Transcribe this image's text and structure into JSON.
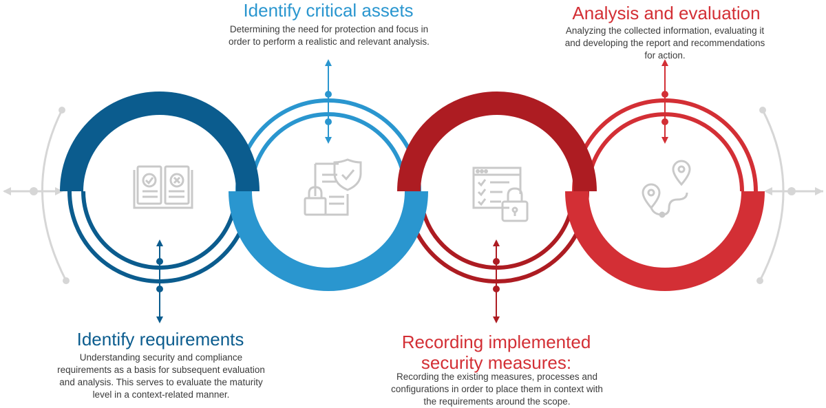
{
  "colors": {
    "dark_blue": "#0b5c8e",
    "light_blue": "#2a96cf",
    "dark_red": "#ad1c22",
    "red": "#d32f35",
    "gray": "#d6d6d6"
  },
  "steps": [
    {
      "id": "identify-requirements",
      "title": "Identify requirements",
      "description": "Understanding security and compliance requirements as a basis for subsequent evaluation and analysis. This serves to evaluate the maturity level in a context-related manner.",
      "icon": "checklist-book-icon",
      "color": "#0b5c8e"
    },
    {
      "id": "identify-critical-assets",
      "title": "Identify critical assets",
      "description": "Determining the need for protection and focus in order to perform a realistic and relevant analysis.",
      "icon": "shield-document-lock-icon",
      "color": "#2a96cf"
    },
    {
      "id": "recording-implemented-measures",
      "title_line1": "Recording implemented",
      "title_line2": "security measures:",
      "description": "Recording the existing measures, processes and configurations in order to place them in context with the requirements around the scope.",
      "icon": "browser-checklist-lock-icon",
      "color": "#ad1c22"
    },
    {
      "id": "analysis-and-evaluation",
      "title": "Analysis and evaluation",
      "description": "Analyzing the collected information, evaluating it and developing the report and recommendations for action.",
      "icon": "route-map-pins-icon",
      "color": "#d32f35"
    }
  ]
}
